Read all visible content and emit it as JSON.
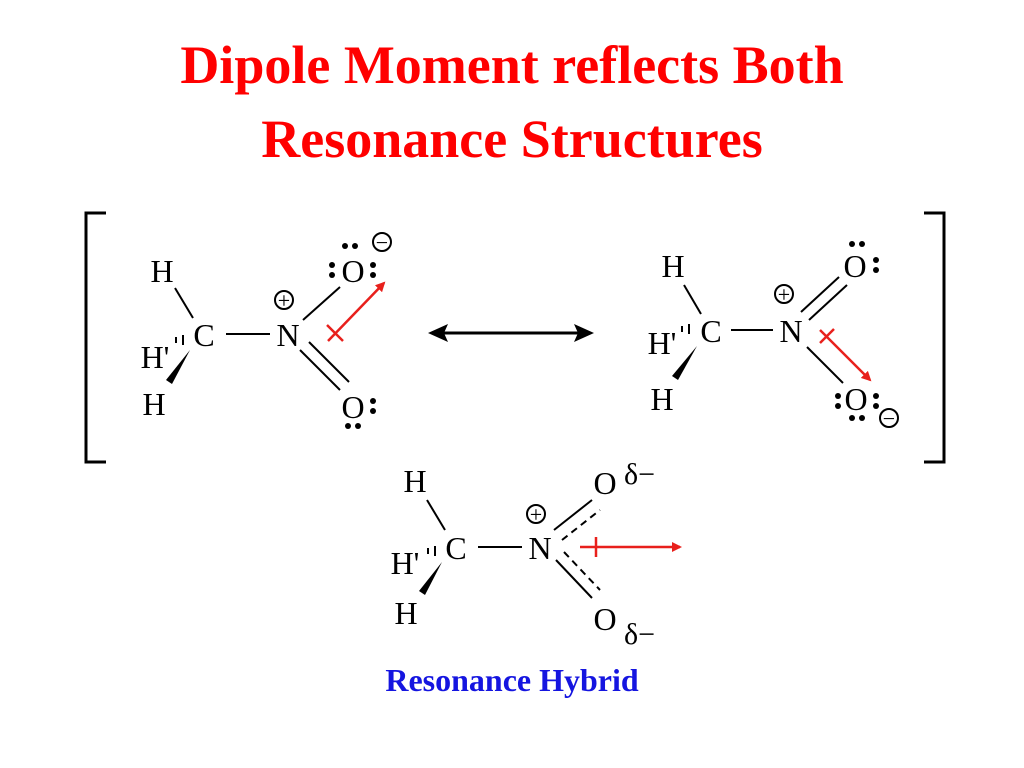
{
  "title": {
    "line1": "Dipole Moment reflects Both",
    "line2": "Resonance Structures"
  },
  "caption": "Resonance Hybrid",
  "atoms": {
    "H": "H",
    "H_prime": "H'",
    "C": "C",
    "N": "N",
    "O": "O"
  },
  "charges": {
    "plus": "+",
    "minus": "−",
    "delta_minus": "δ−"
  },
  "colors": {
    "title": "#ff0000",
    "dipole_arrow": "#e8201c",
    "caption": "#1515e0",
    "ink": "#000000"
  }
}
